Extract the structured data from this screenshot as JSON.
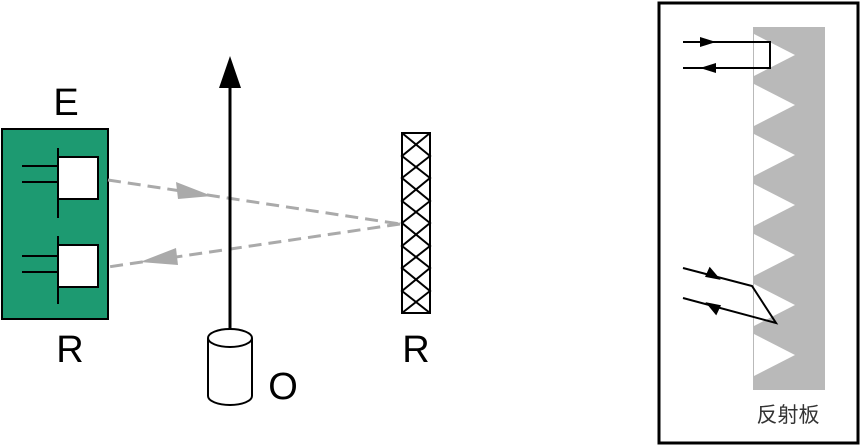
{
  "labels": {
    "emitter": "E",
    "receiver": "R",
    "reflector": "R",
    "object": "O",
    "reflector_panel_caption": "反射板"
  },
  "colors": {
    "sensor_body": "#1d9a71",
    "beam": "#aaaaaa",
    "reflector_plate": "#b9b9b9",
    "outline": "#000000"
  }
}
